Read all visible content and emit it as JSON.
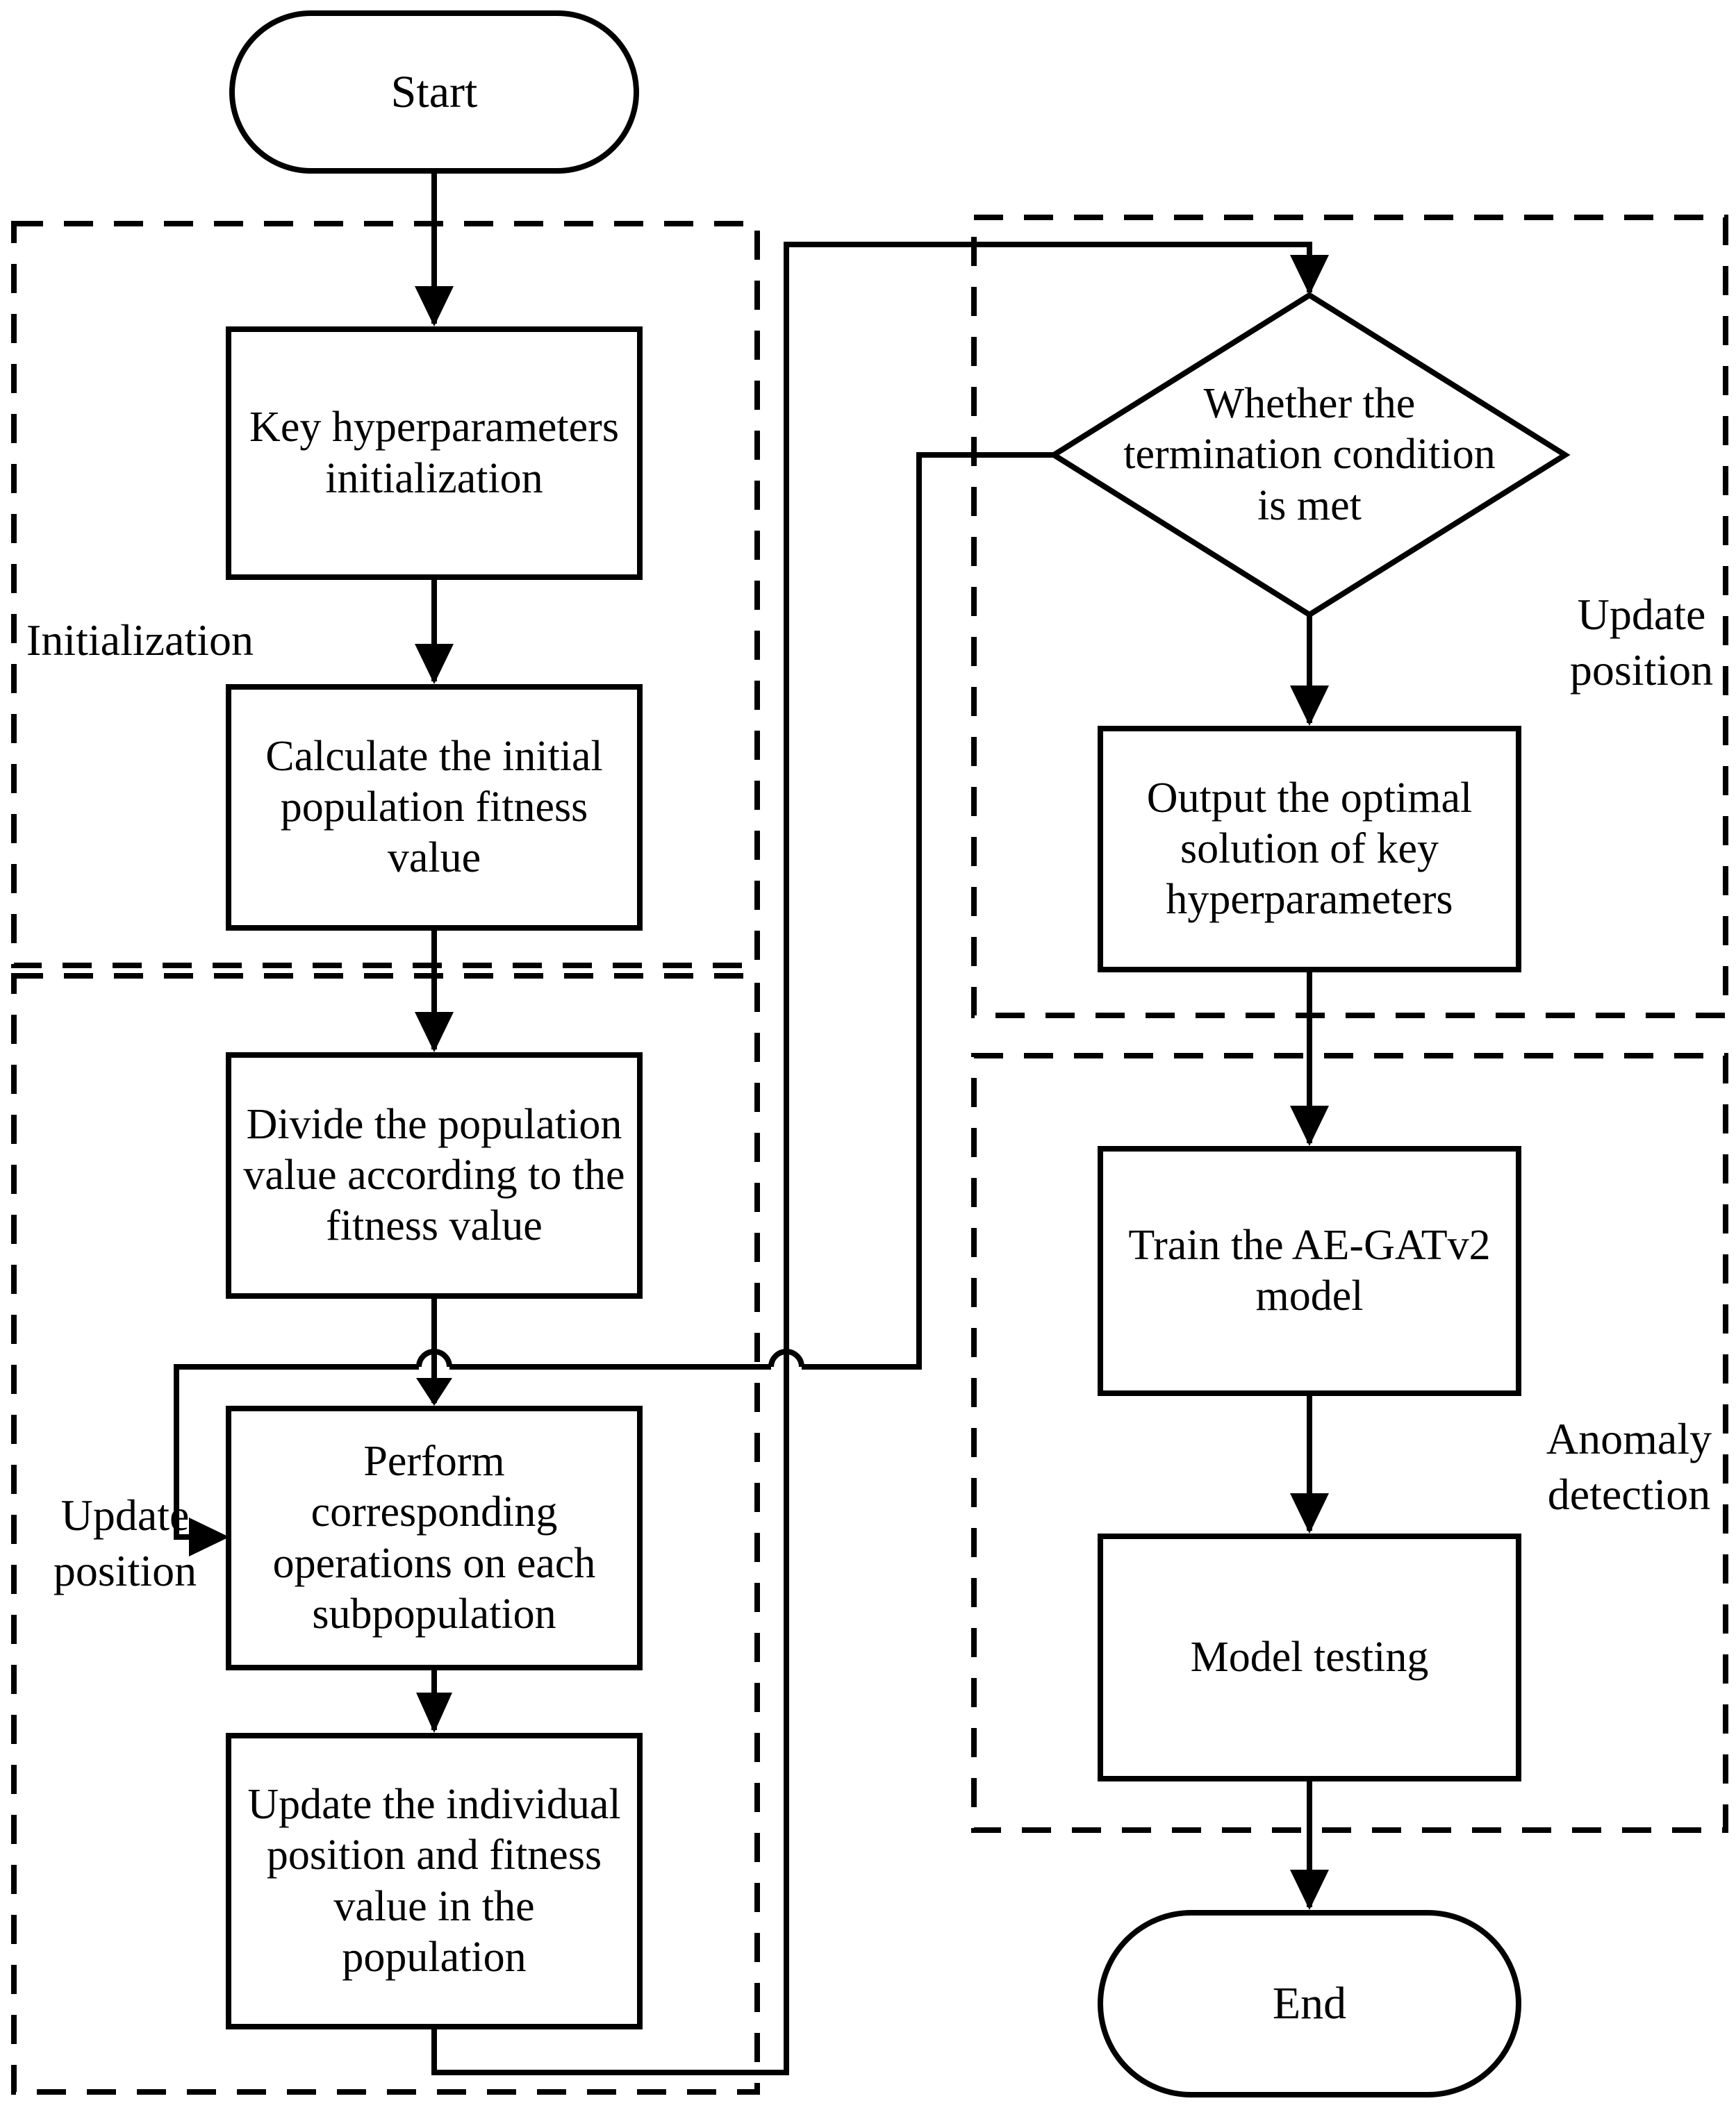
{
  "diagram": {
    "background_color": "#ffffff",
    "line_color": "#000000",
    "nodes": {
      "start": {
        "type": "terminator",
        "label": "Start"
      },
      "key_hyperparameters_init": {
        "type": "process",
        "label": "Key hyperparameters\ninitialization"
      },
      "calc_initial_fitness": {
        "type": "process",
        "label": "Calculate the initial\npopulation fitness\nvalue"
      },
      "divide_population": {
        "type": "process",
        "label": "Divide the population\nvalue according to the\nfitness value"
      },
      "perform_operations": {
        "type": "process",
        "label": "Perform\ncorresponding\noperations on each\nsubpopulation"
      },
      "update_individual": {
        "type": "process",
        "label": "Update the individual\nposition and fitness\nvalue in the\npopulation"
      },
      "termination_decision": {
        "type": "decision",
        "label": "Whether the\ntermination condition\nis met"
      },
      "output_solution": {
        "type": "process",
        "label": "Output the optimal\nsolution of key\nhyperparameters"
      },
      "train_model": {
        "type": "process",
        "label": "Train the AE-GATv2\nmodel"
      },
      "model_testing": {
        "type": "process",
        "label": "Model testing"
      },
      "end": {
        "type": "terminator",
        "label": "End"
      }
    },
    "groups": {
      "initialization": {
        "label": "Initialization"
      },
      "update_position_left": {
        "label": "Update\nposition"
      },
      "update_position_right": {
        "label": "Update\nposition"
      },
      "anomaly_detection": {
        "label": "Anomaly\ndetection"
      }
    }
  }
}
